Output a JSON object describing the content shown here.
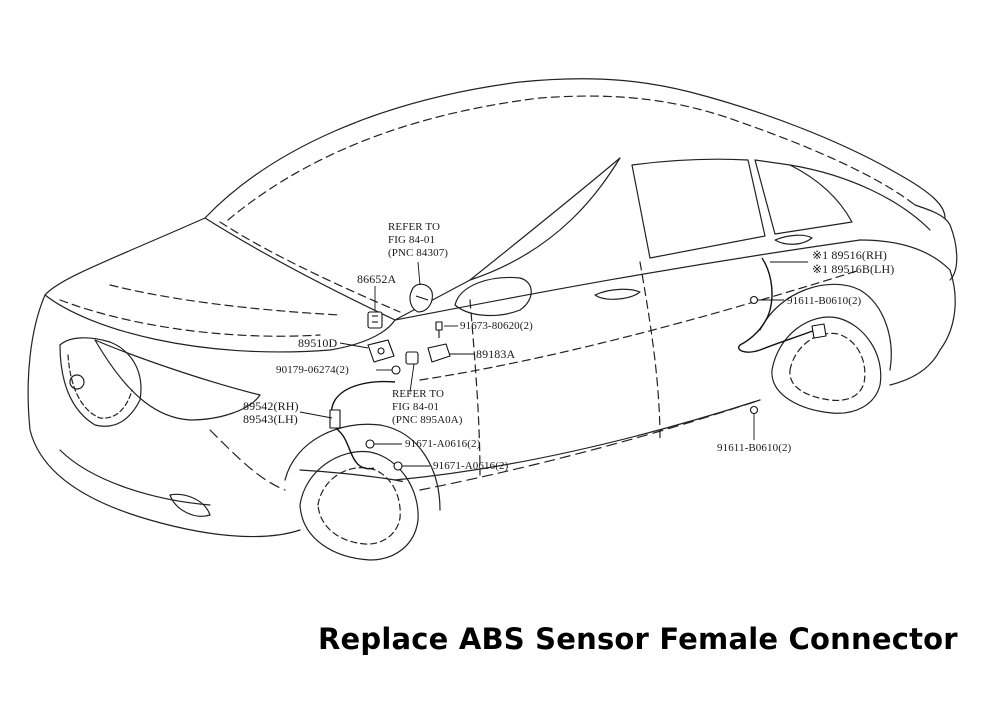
{
  "caption": "Replace ABS Sensor Female Connector",
  "callouts": {
    "refer_top": [
      "REFER TO",
      "FIG 84-01",
      "(PNC 84307)"
    ],
    "refer_mid": [
      "REFER TO",
      "FIG 84-01",
      "(PNC 895A0A)"
    ],
    "p86652A": "86652A",
    "p89510D": "89510D",
    "p90179": "90179-06274(2)",
    "p89542": "89542(RH)",
    "p89543": "89543(LH)",
    "p91673": "91673-80620(2)",
    "p89183A": "89183A",
    "p91671a": "91671-A0616(2)",
    "p91671b": "91671-A0616(2)",
    "p89516": "※1 89516(RH)",
    "p89516B": "※1 89516B(LH)",
    "p91611a": "91611-B0610(2)",
    "p91611b": "91611-B0610(2)"
  }
}
